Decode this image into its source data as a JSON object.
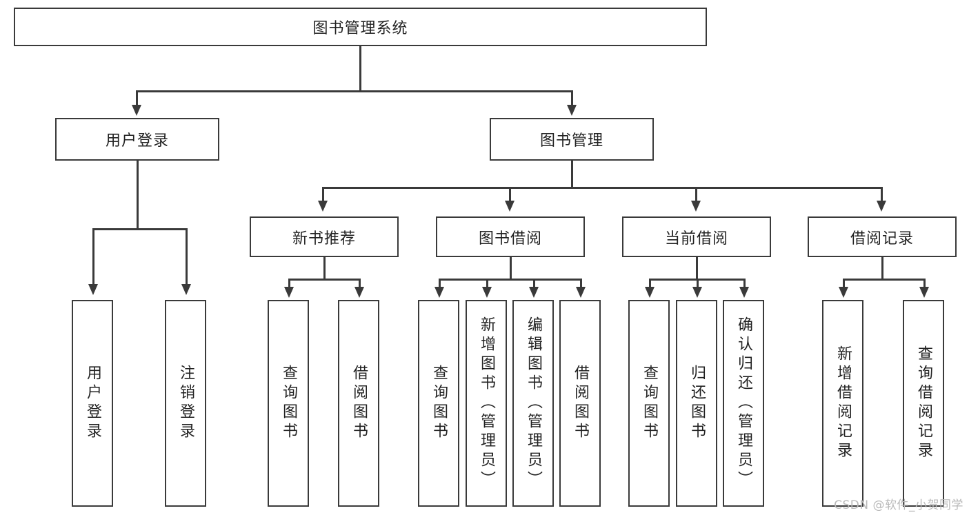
{
  "diagram": {
    "title": "图书管理系统",
    "type": "tree-hierarchy-chart",
    "root": {
      "label": "图书管理系统"
    },
    "level2": [
      {
        "label": "用户登录"
      },
      {
        "label": "图书管理"
      }
    ],
    "level3": [
      {
        "label": "新书推荐"
      },
      {
        "label": "图书借阅"
      },
      {
        "label": "当前借阅"
      },
      {
        "label": "借阅记录"
      }
    ],
    "leaves": {
      "user_login": [
        {
          "label": "用户登录"
        },
        {
          "label": "注销登录"
        }
      ],
      "new_book_recommend": [
        {
          "label": "查询图书"
        },
        {
          "label": "借阅图书"
        }
      ],
      "book_borrow": [
        {
          "label": "查询图书"
        },
        {
          "label": "新增图书（管理员）"
        },
        {
          "label": "编辑图书（管理员）"
        },
        {
          "label": "借阅图书"
        }
      ],
      "current_borrow": [
        {
          "label": "查询图书"
        },
        {
          "label": "归还图书"
        },
        {
          "label": "确认归还（管理员）"
        }
      ],
      "borrow_record": [
        {
          "label": "新增借阅记录"
        },
        {
          "label": "查询借阅记录"
        }
      ]
    },
    "watermark": "CSDN @软件_小贺同学",
    "colors": {
      "stroke": "#3a3a3a",
      "fill": "#ffffff",
      "text": "#222222",
      "watermark": "#b9b9b9"
    }
  }
}
